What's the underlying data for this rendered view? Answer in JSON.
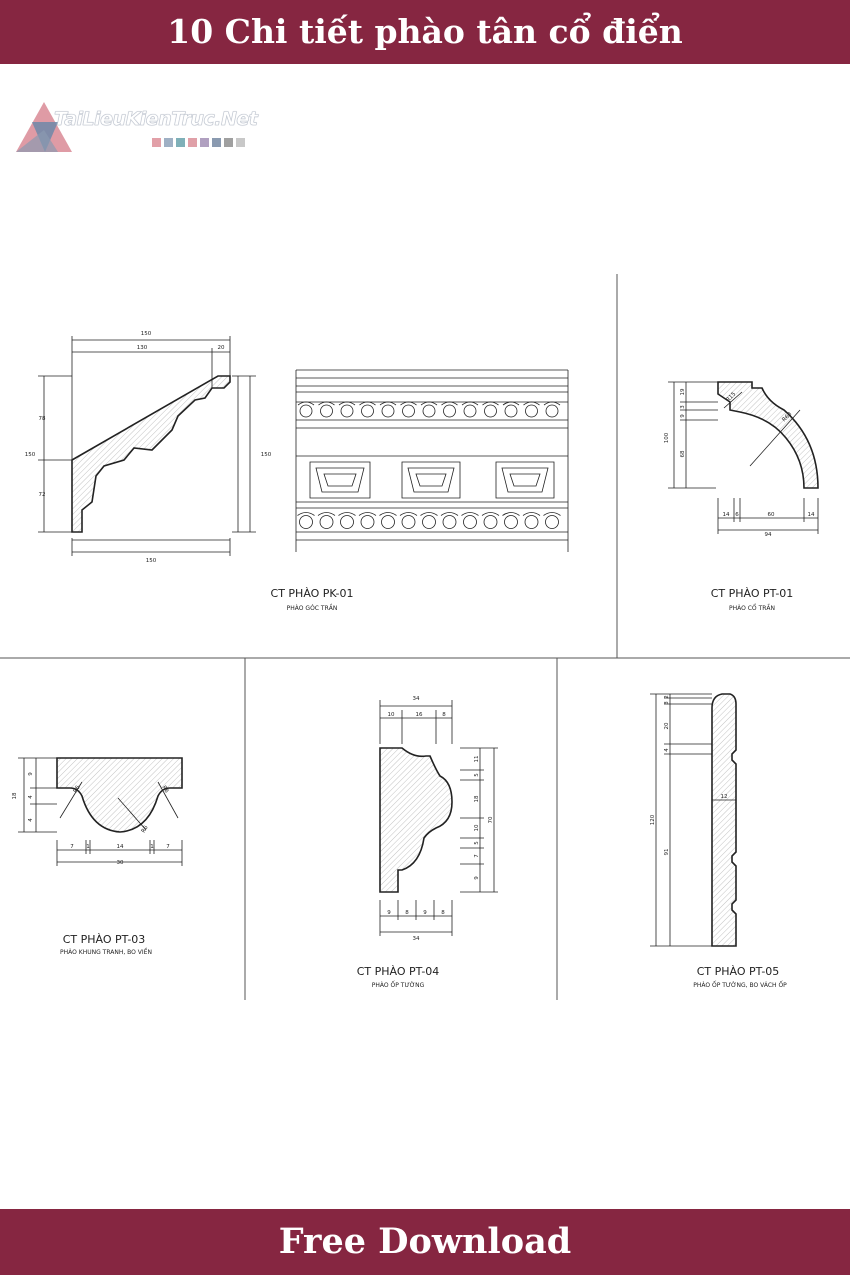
{
  "header": {
    "title": "10 Chi tiết phào tân cổ điển"
  },
  "footer": {
    "title": "Free Download"
  },
  "watermark": {
    "text": "TaiLieuKienTruc.Net",
    "dot_colors": [
      "#e2a0a8",
      "#9fb0c4",
      "#7fb0b8",
      "#e0a0a8",
      "#b0a0c0",
      "#8a9ab0",
      "#a0a0a0",
      "#c8c8c8"
    ]
  },
  "colors": {
    "banner": "#862641",
    "line": "#222222",
    "hatch": "#8a8a8a"
  },
  "details": [
    {
      "title": "CT PHÀO PK-01",
      "subtitle": "PHÀO GÓC TRẦN",
      "dims": {
        "top_total": "150",
        "top_main": "130",
        "top_tip": "20",
        "left_total": "150",
        "left_upper": "78",
        "left_lower": "72",
        "bottom_total": "150",
        "right_total": "150"
      }
    },
    {
      "title": "CT PHÀO PT-01",
      "subtitle": "PHÀO CỔ TRẦN",
      "dims": {
        "height": "100",
        "top": "19",
        "mid": "3",
        "mid2": "9",
        "lower": "68",
        "w1": "14",
        "w2": "6",
        "w3": "60",
        "w4": "14",
        "width": "94",
        "r_small": "R15",
        "r_big": "R68"
      }
    },
    {
      "title": "CT PHÀO PT-03",
      "subtitle": "PHÀO KHUNG TRANH, BO VIỀN",
      "dims": {
        "height": "18",
        "h1": "9",
        "h2": "4",
        "h3": "4",
        "w1": "7",
        "w2": "1",
        "w3": "14",
        "w4": "1",
        "w5": "7",
        "width": "30",
        "r": "R6"
      }
    },
    {
      "title": "CT PHÀO PT-04",
      "subtitle": "PHÀO ỐP TƯỜNG",
      "dims": {
        "top": "34",
        "t1": "10",
        "t2": "16",
        "t3": "8",
        "bottom": "34",
        "b1": "9",
        "b2": "8",
        "b3": "9",
        "b4": "8",
        "height": "70",
        "h1": "11",
        "h2": "5",
        "h3": "18",
        "h4": "10",
        "h5": "5",
        "h6": "7",
        "h7": "9"
      }
    },
    {
      "title": "CT PHÀO PT-05",
      "subtitle": "PHÀO ỐP TƯỜNG, BO VÁCH ỐP",
      "dims": {
        "height": "120",
        "h1": "2",
        "h2": "3",
        "h3": "20",
        "h4": "4",
        "h5": "91",
        "thick": "12"
      }
    }
  ]
}
